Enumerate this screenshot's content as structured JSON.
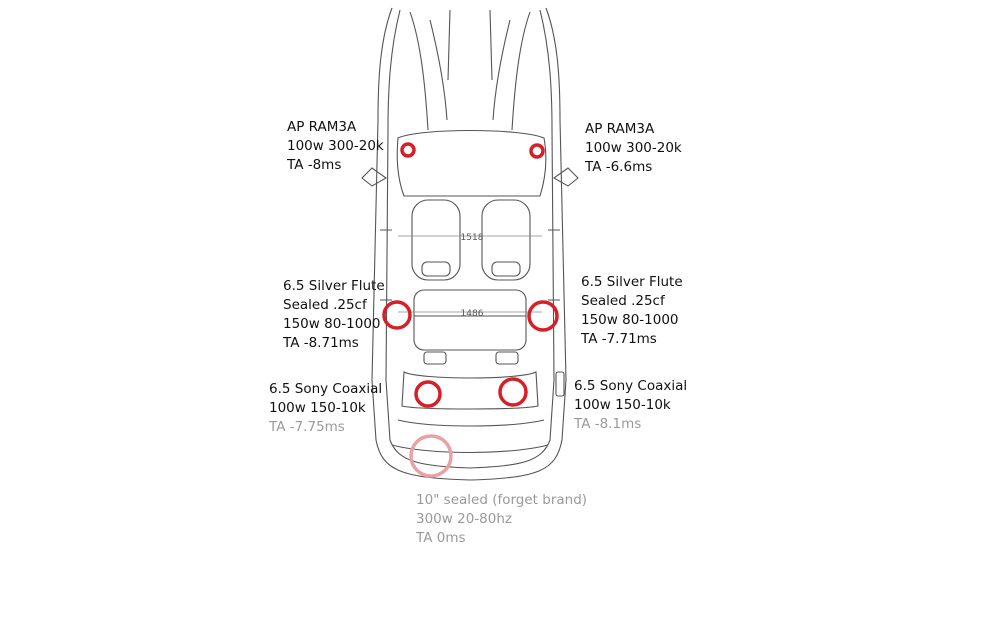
{
  "colors": {
    "marker": "#d61f26",
    "marker_faded": "#e9a1a4",
    "line": "#555555",
    "text": "#111111",
    "text_faded": "#9a9a9a"
  },
  "dimensions": {
    "front_width": "1518",
    "rear_width": "1486"
  },
  "labels": {
    "front_left": {
      "l1": "AP RAM3A",
      "l2": "100w 300-20k",
      "l3": "TA -8ms"
    },
    "front_right": {
      "l1": "AP RAM3A",
      "l2": "100w 300-20k",
      "l3": "TA -6.6ms"
    },
    "mid_left": {
      "l1": "6.5 Silver Flute",
      "l2": "Sealed .25cf",
      "l3": "150w 80-1000",
      "l4": "TA -8.71ms"
    },
    "mid_right": {
      "l1": "6.5 Silver Flute",
      "l2": "Sealed .25cf",
      "l3": "150w 80-1000",
      "l4": "TA -7.71ms"
    },
    "rear_left": {
      "l1": "6.5 Sony Coaxial",
      "l2": "100w 150-10k",
      "l3": "TA -7.75ms"
    },
    "rear_right": {
      "l1": "6.5 Sony Coaxial",
      "l2": "100w 150-10k",
      "l3": "TA -8.1ms"
    },
    "sub": {
      "l1": "10\" sealed (forget brand)",
      "l2": "300w 20-80hz",
      "l3": "TA 0ms"
    }
  }
}
